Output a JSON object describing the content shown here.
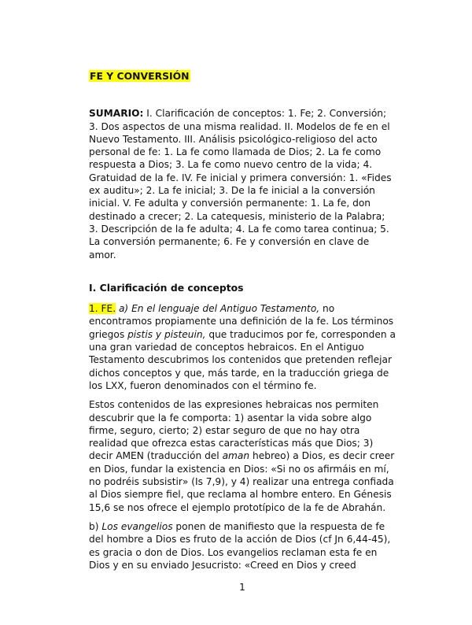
{
  "document": {
    "title": "FE Y CONVERSIÓN",
    "summary": [
      {
        "t": "SUMARIO:",
        "s": "b"
      },
      {
        "t": " I. Clarificación de conceptos: 1. Fe; 2. Conversión; 3. Dos aspectos de una misma realidad. II. Modelos de fe en el Nuevo Testamento. III. Análisis psicológico-religioso del acto personal de fe: 1. La fe como llamada de Dios; 2. La fe como respuesta a Dios; 3. La fe como nuevo centro de la vida; 4. Gratuidad de la fe. IV. Fe inicial y primera conversión: 1. «Fides ex auditu»; 2. La fe inicial; 3. De la fe inicial a la conversión inicial. V. Fe adulta y conversión permanente: 1. La fe, don destinado a crecer; 2. La catequesis, ministerio de la Palabra; 3. Descripción de la fe adulta; 4. La fe como tarea continua; 5. La conversión permanente; 6. Fe y conversión en clave de amor.",
        "s": ""
      }
    ],
    "section_heading": "I. Clarificación de conceptos",
    "paragraph1": [
      {
        "t": "1. FE.",
        "s": "hl"
      },
      {
        "t": " ",
        "s": ""
      },
      {
        "t": "a) En el lenguaje del Antiguo Testamento,",
        "s": "i"
      },
      {
        "t": " no encontramos propiamente una definición de la fe. Los términos griegos ",
        "s": ""
      },
      {
        "t": "pistis y pisteuin,",
        "s": "i"
      },
      {
        "t": " que traducimos por fe, corresponden a una gran variedad de conceptos hebraicos. En el Antiguo Testamento descubrimos los contenidos que pretenden reflejar dichos conceptos y que, más tarde, en la traducción griega de los LXX, fueron denominados con el término fe.",
        "s": ""
      }
    ],
    "paragraph2": [
      {
        "t": "Estos contenidos de las expresiones hebraicas nos permiten descubrir que la fe comporta: 1) asentar la vida sobre algo firme, seguro, cierto; 2) estar seguro de que no hay otra realidad que ofrezca estas características más que Dios; 3) decir AMEN (traducción del ",
        "s": ""
      },
      {
        "t": "aman",
        "s": "i"
      },
      {
        "t": " hebreo) a Dios, es decir creer en Dios, fundar la existencia en Dios: «Si no os afirmáis en mí, no podréis subsistir» (Is 7,9), y 4) realizar una entrega confiada al Dios siempre fiel, que reclama al hombre entero. En Génesis 15,6 se nos ofrece el ejemplo prototípico de la fe de Abrahán.",
        "s": ""
      }
    ],
    "paragraph3": [
      {
        "t": "b) ",
        "s": ""
      },
      {
        "t": "Los evangelios",
        "s": "i"
      },
      {
        "t": " ponen de manifiesto que la respuesta de fe del hombre a Dios es fruto de la acción de Dios (cf Jn 6,44-45), es gracia o don de Dios. Los evangelios reclaman esta fe en Dios y en su enviado Jesucristo: «Creed en Dios y creed",
        "s": ""
      }
    ],
    "page_number": "1",
    "highlight_color": "#ffff00"
  }
}
